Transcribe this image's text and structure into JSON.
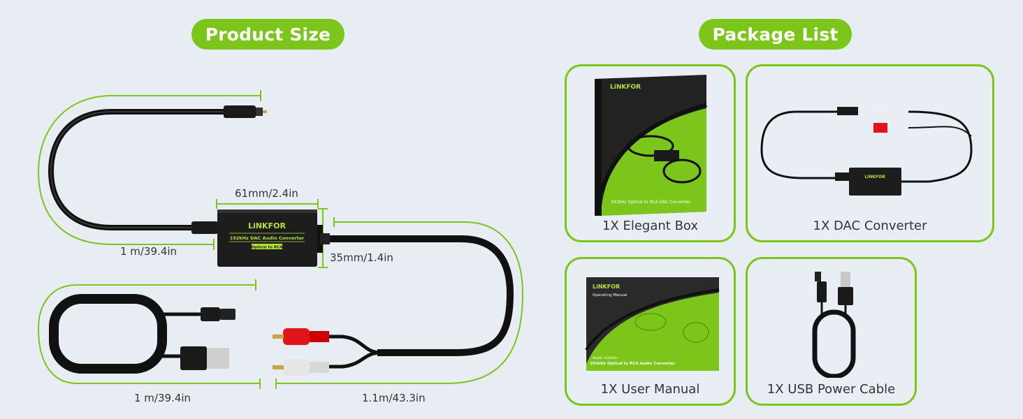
{
  "sections": {
    "product_size": "Product Size",
    "package_list": "Package List"
  },
  "dimensions": {
    "optical_cable": "1 m/39.4in",
    "converter_width": "61mm/2.4in",
    "converter_height": "35mm/1.4in",
    "usb_cable": "1 m/39.4in",
    "rca_cable": "1.1m/43.3in"
  },
  "device": {
    "brand": "LiNKFOR",
    "model_line": "192kHz DAC Audio Converter",
    "sub_label": "Optical to RCA"
  },
  "package_items": [
    {
      "caption": "1X Elegant Box",
      "box_brand": "LiNKFOR",
      "box_text": "192kHz Optical to RCA DAC Converter"
    },
    {
      "caption": "1X DAC Converter"
    },
    {
      "caption": "1X User Manual",
      "manual_brand": "LiNKFOR",
      "manual_title": "Operating Manual",
      "manual_model": "Model: ULK002s",
      "manual_subtitle": "192kHz Optical to RCA Audio Converter"
    },
    {
      "caption": "1X USB Power Cable"
    }
  ],
  "colors": {
    "accent": "#7cc51a",
    "background": "#e8ecf3",
    "text": "#333333",
    "device": "#1f1f1f",
    "rca_red": "#e0141b",
    "rca_white": "#e6e6e6"
  }
}
